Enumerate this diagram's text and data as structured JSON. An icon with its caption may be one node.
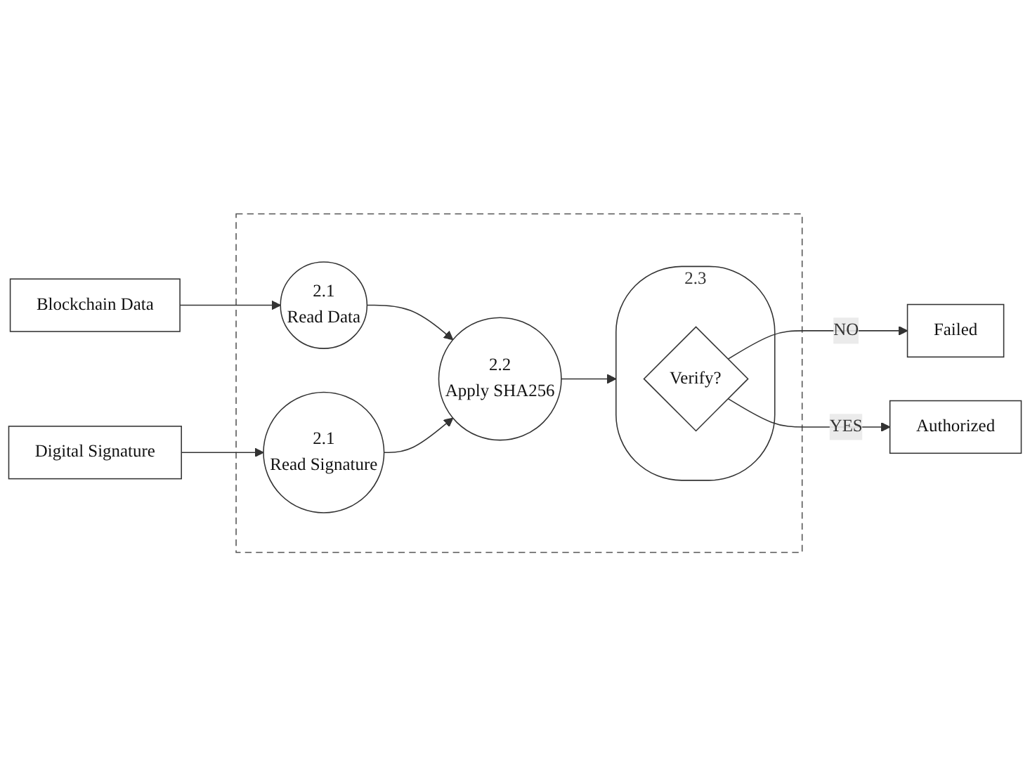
{
  "diagram": {
    "nodes": [
      {
        "text": [
          "Blockchain Data"
        ]
      },
      {
        "text": [
          "Digital Signature"
        ]
      },
      {
        "text": [],
        "shape": "box"
      },
      {
        "text": [
          "2.1",
          "Read Data"
        ],
        "in": 2
      },
      {
        "text": [
          "2.1",
          "Read Signature"
        ],
        "in": 2
      },
      {
        "text": [
          "2.2",
          "Apply SHA256"
        ],
        "in": 2
      },
      {
        "text": [
          "2.3"
        ],
        "in": 2
      },
      {
        "text": [
          "Verify?"
        ],
        "in": 6
      },
      {
        "text": [
          "Failed"
        ]
      },
      {
        "text": [
          "Authorized"
        ]
      }
    ],
    "edges": [
      {
        "from": 0,
        "to": 3,
        "arrow": "to"
      },
      {
        "from": 1,
        "to": 4,
        "arrow": "to"
      },
      {
        "from": 3,
        "to": 5,
        "arrow": "to"
      },
      {
        "from": 4,
        "to": 5,
        "arrow": "to"
      },
      {
        "from": 5,
        "to": 6,
        "arrow": "to"
      },
      {
        "from": 7,
        "to": 8,
        "arrow": "to",
        "label": "NO"
      },
      {
        "from": 7,
        "to": 9,
        "arrow": "to",
        "label": "YES"
      }
    ]
  }
}
